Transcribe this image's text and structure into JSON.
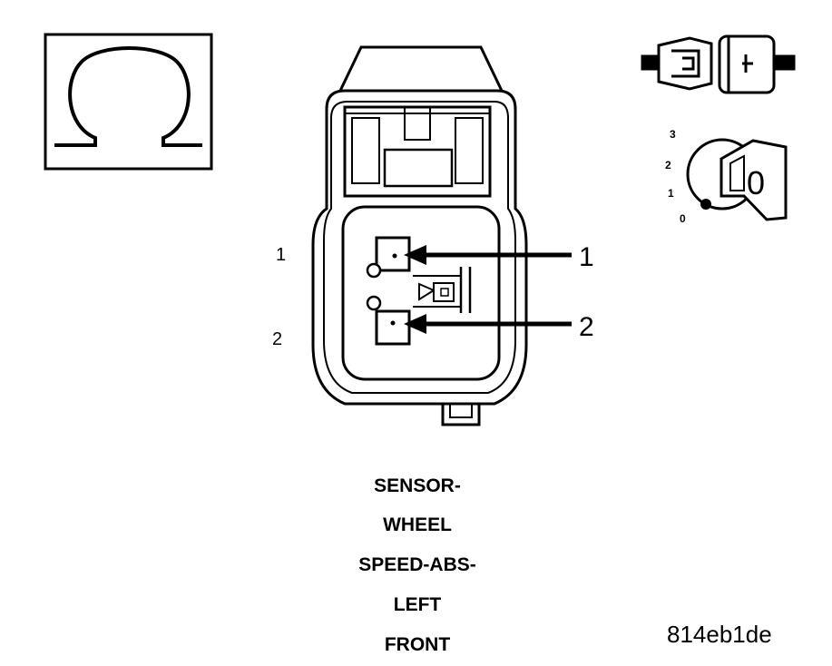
{
  "symbols": {
    "ohm_icon": "ohm-icon",
    "connector_disconnected_icon": "connector-disconnected-icon",
    "ignition_key_icon": "ignition-key-icon",
    "ignition_positions": [
      "3",
      "2",
      "1",
      "0"
    ],
    "key_position_label": "0"
  },
  "connector": {
    "pins_left": [
      "1",
      "2"
    ],
    "pins_right": [
      "1",
      "2"
    ]
  },
  "caption": {
    "lines": [
      "SENSOR-",
      "WHEEL",
      "SPEED-ABS-",
      "LEFT",
      "FRONT"
    ]
  },
  "figure_code": "814eb1de"
}
